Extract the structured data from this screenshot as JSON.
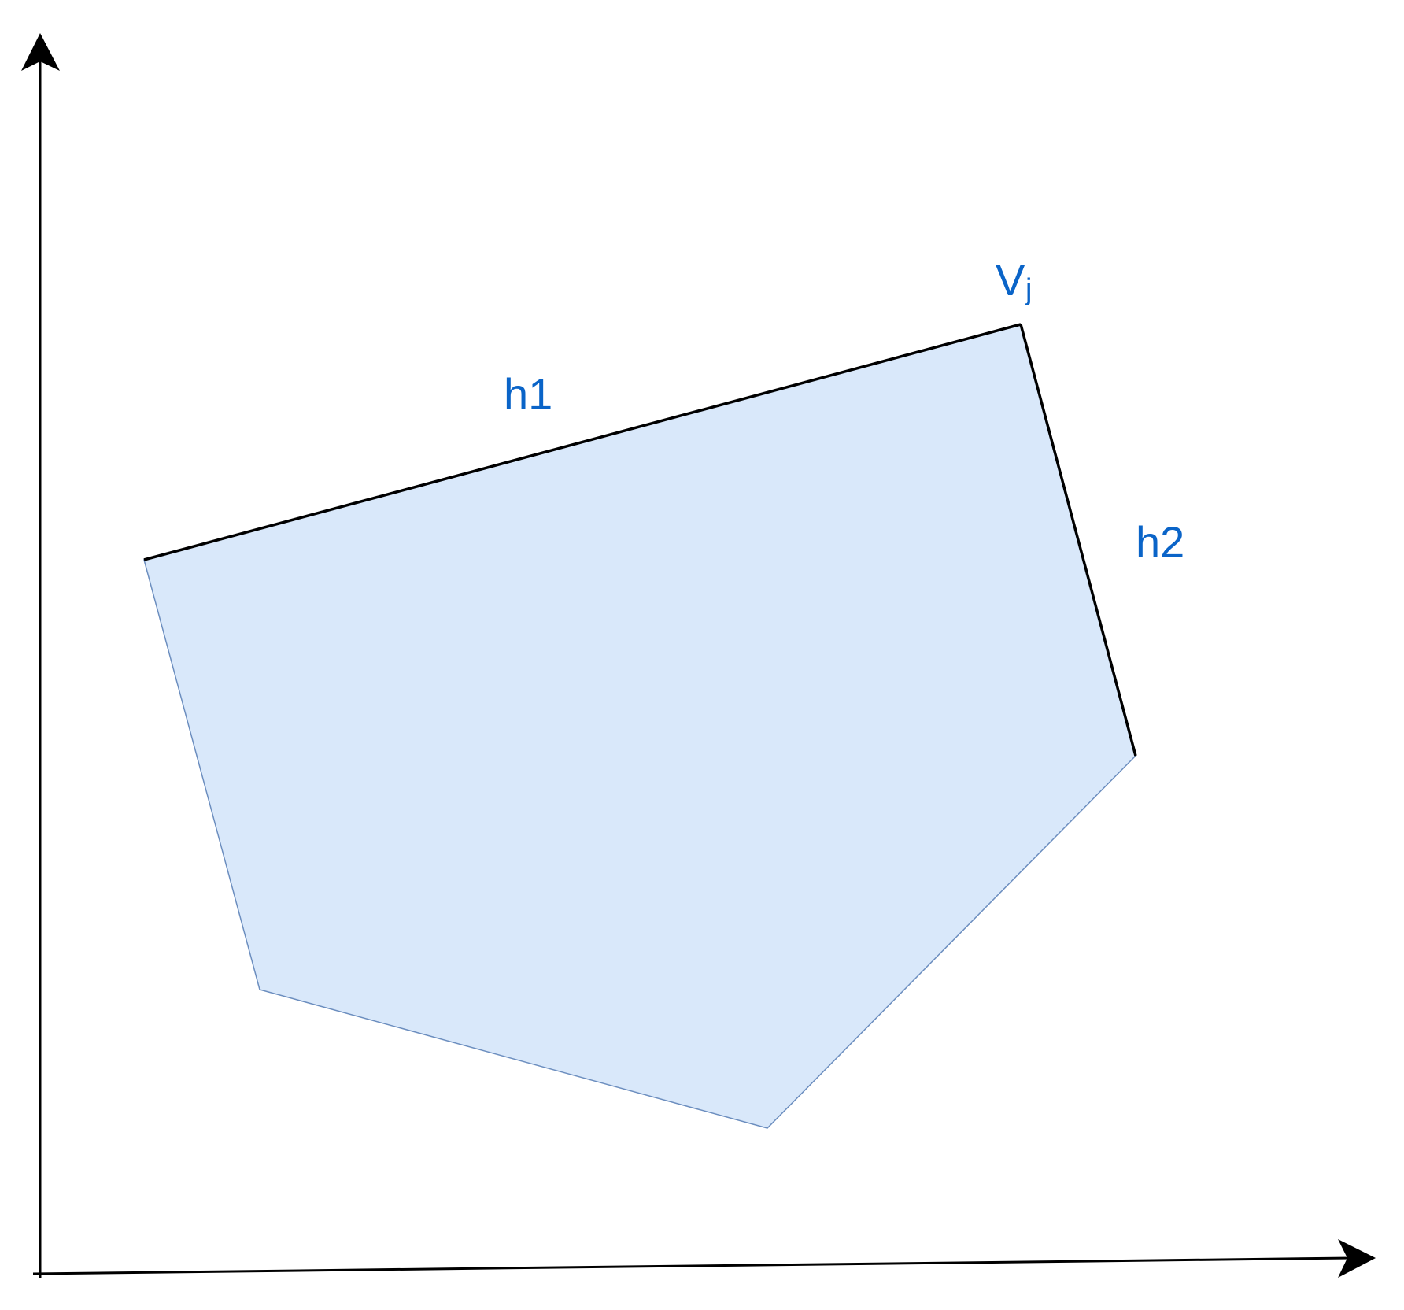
{
  "diagram": {
    "labels": {
      "h1": "h1",
      "h2": "h2",
      "vertex_main": "V",
      "vertex_sub": "j"
    },
    "colors": {
      "polygon_fill": "#d9e8fa",
      "polygon_stroke": "#6c8ebf",
      "edge_highlight": "#000000",
      "axis": "#000000",
      "label_text": "#0a64c8"
    }
  }
}
